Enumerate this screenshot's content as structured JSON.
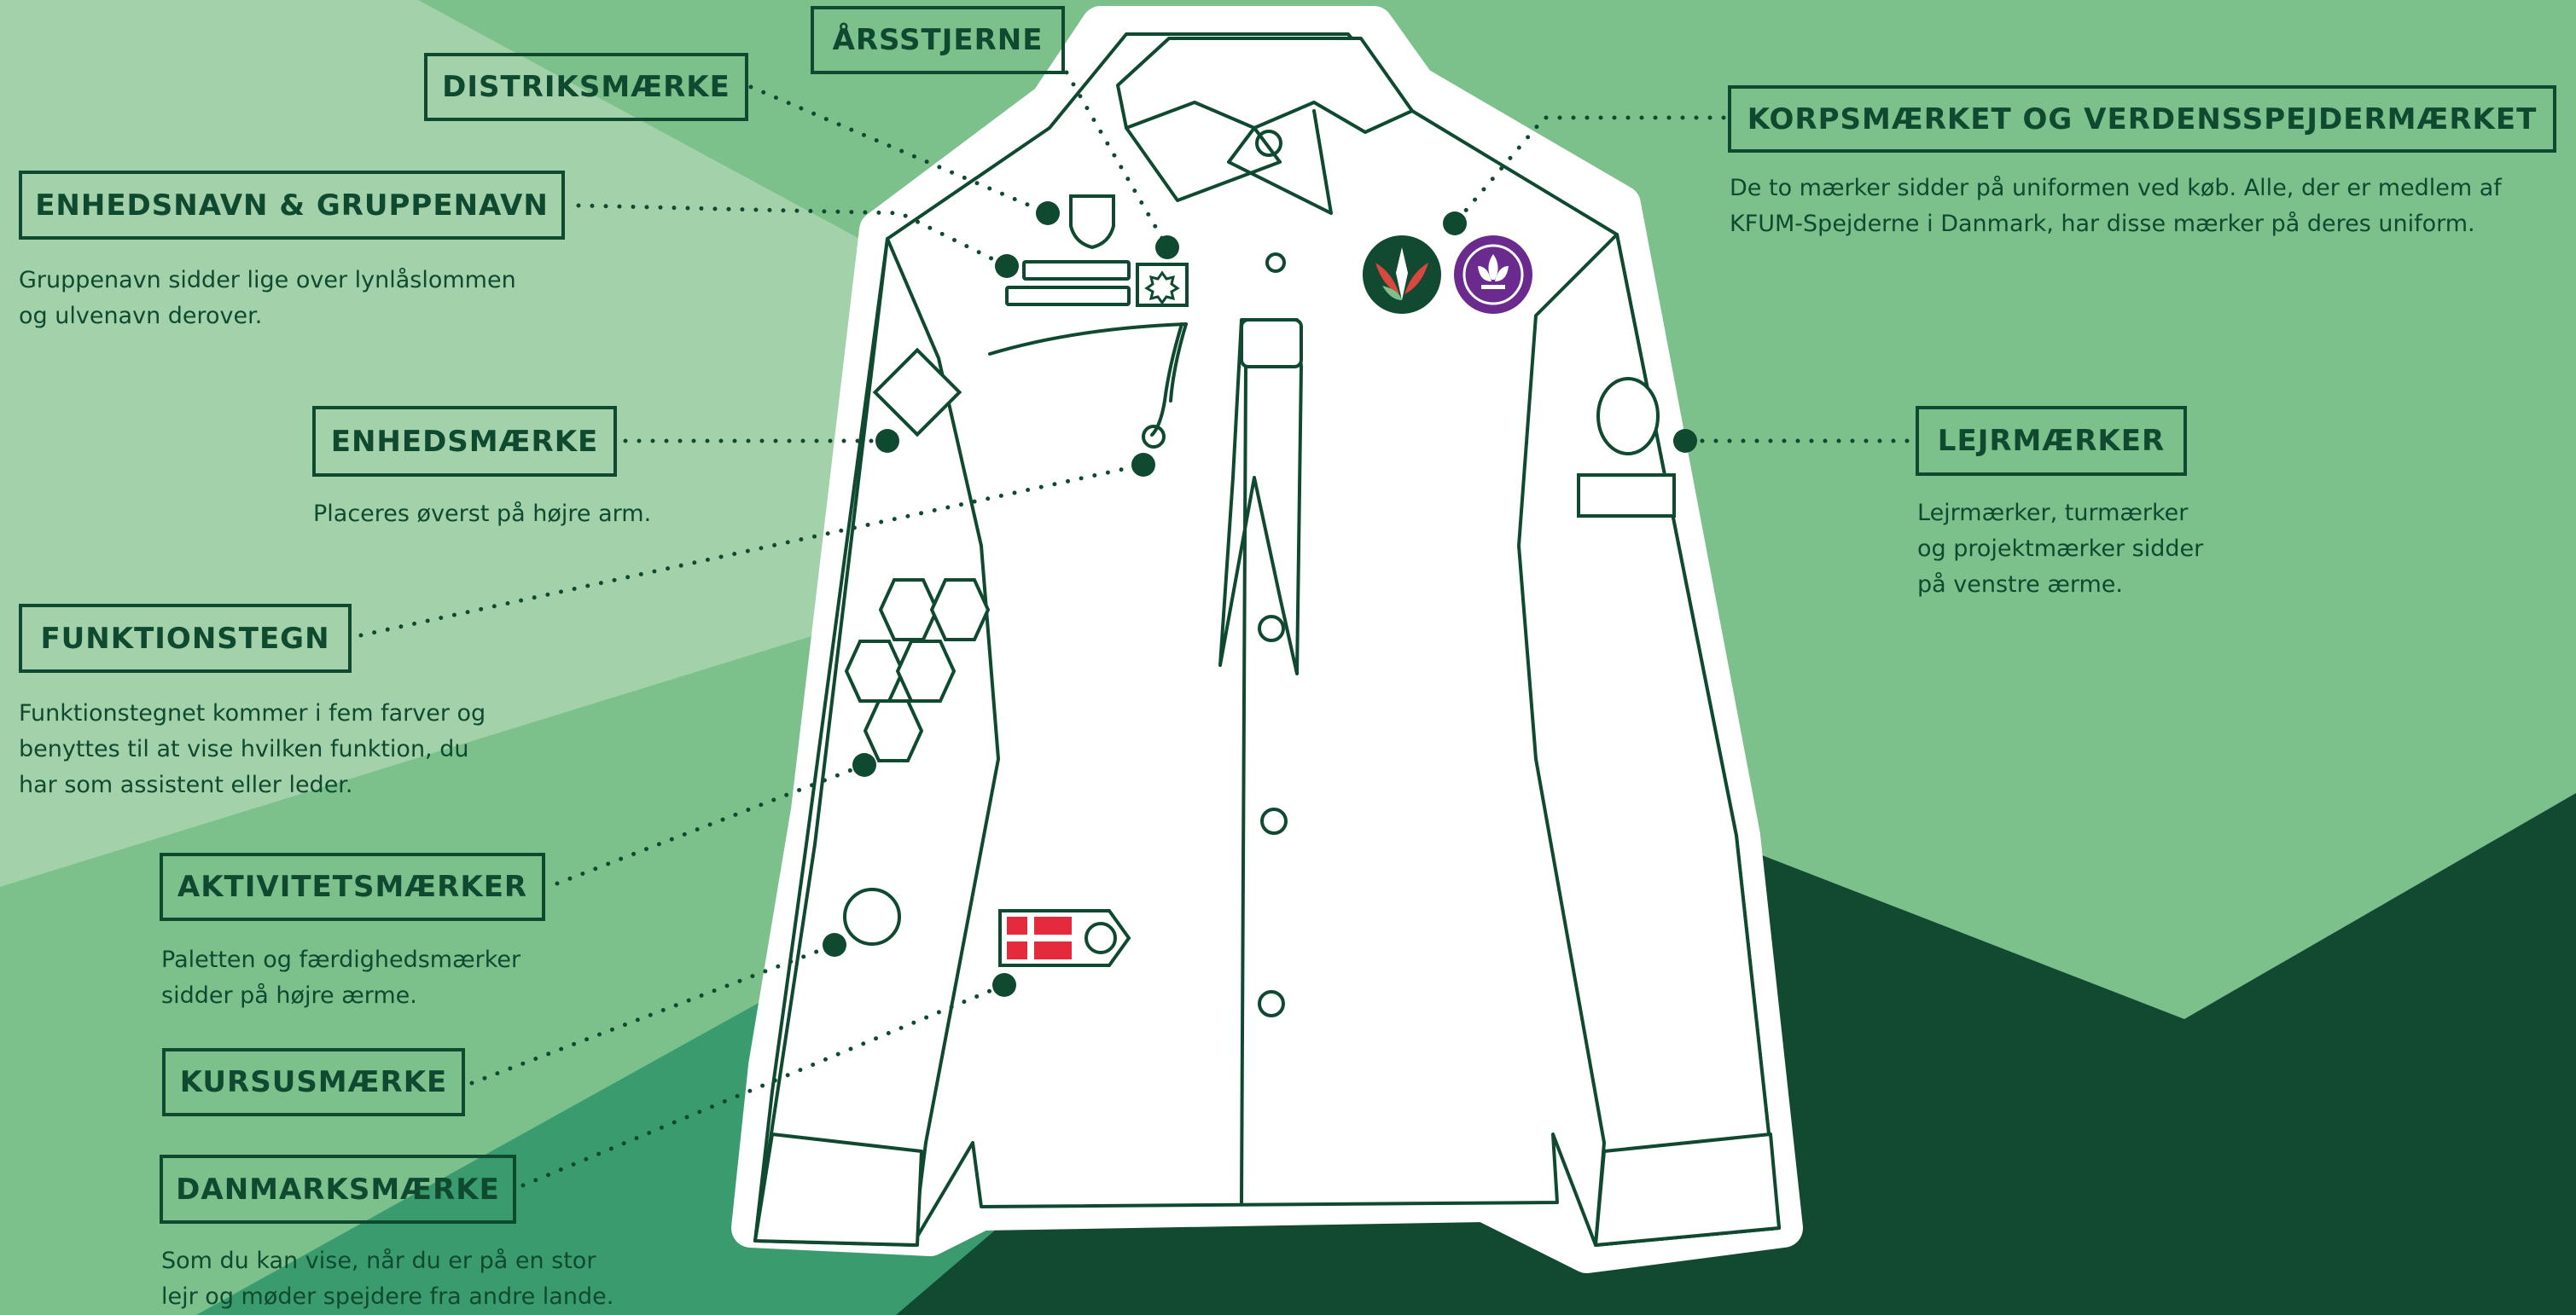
{
  "colors": {
    "bg_mid": "#7cc08b",
    "bg_light": "#a3d2aa",
    "bg_teal": "#3a9c6e",
    "bg_dark": "#114a30",
    "ink": "#0f4a30",
    "flag_red": "#e42b3b",
    "wosm_purple": "#6a2a8e"
  },
  "labels": {
    "arsstjerne": "ÅRSSTJERNE",
    "distriksmaerke": "DISTRIKSMÆRKE",
    "enhedsnavn": "ENHEDSNAVN & GRUPPENAVN",
    "korpsmaerket": "KORPSMÆRKET OG VERDENSSPEJDERMÆRKET",
    "enhedsmaerke": "ENHEDSMÆRKE",
    "lejrmaerker": "LEJRMÆRKER",
    "funktionstegn": "FUNKTIONSTEGN",
    "aktivitetsmaerker": "AKTIVITETSMÆRKER",
    "kursusmaerke": "KURSUSMÆRKE",
    "danmarksmaerke": "DANMARKSMÆRKE"
  },
  "descriptions": {
    "enhedsnavn": [
      "Gruppenavn sidder lige over lynlåslommen",
      "og ulvenavn derover."
    ],
    "korpsmaerket": [
      "De to mærker sidder på uniformen ved køb. Alle, der er medlem af",
      "KFUM-Spejderne i Danmark, har disse mærker på deres uniform."
    ],
    "enhedsmaerke": [
      "Placeres øverst på højre arm."
    ],
    "lejrmaerker": [
      "Lejrmærker, turmærker",
      "og projektmærker sidder",
      "på venstre ærme."
    ],
    "funktionstegn": [
      "Funktionstegnet kommer i fem farver og",
      "benyttes til at vise hvilken funktion, du",
      "har som assistent eller leder."
    ],
    "aktivitetsmaerker": [
      "Paletten og færdighedsmærker",
      "sidder på højre ærme."
    ],
    "danmarksmaerke": [
      "Som du kan vise, når du er på en stor",
      "lejr og møder spejdere fra andre lande."
    ]
  }
}
